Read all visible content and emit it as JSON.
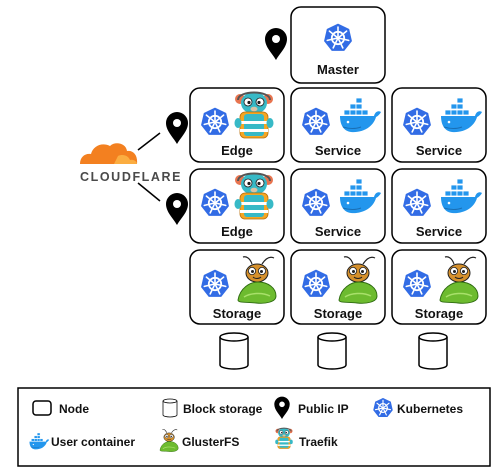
{
  "brand": {
    "name": "CLOUDFLARE",
    "accent": "#f38020",
    "text_color": "#4a4a4a"
  },
  "colors": {
    "kubernetes": "#326ce5",
    "docker": "#2396ed",
    "gluster_green": "#6dbb2f",
    "traefik_orange": "#f5a623",
    "traefik_teal": "#37b9c6"
  },
  "master": {
    "label": "Master",
    "icon": "kubernetes-icon"
  },
  "rows": [
    {
      "cells": [
        {
          "label": "Edge",
          "icons": [
            "kubernetes-icon",
            "traefik-icon"
          ]
        },
        {
          "label": "Service",
          "icons": [
            "kubernetes-icon",
            "docker-icon"
          ]
        },
        {
          "label": "Service",
          "icons": [
            "kubernetes-icon",
            "docker-icon"
          ]
        }
      ]
    },
    {
      "cells": [
        {
          "label": "Edge",
          "icons": [
            "kubernetes-icon",
            "traefik-icon"
          ]
        },
        {
          "label": "Service",
          "icons": [
            "kubernetes-icon",
            "docker-icon"
          ]
        },
        {
          "label": "Service",
          "icons": [
            "kubernetes-icon",
            "docker-icon"
          ]
        }
      ]
    },
    {
      "cells": [
        {
          "label": "Storage",
          "icons": [
            "kubernetes-icon",
            "glusterfs-icon"
          ]
        },
        {
          "label": "Storage",
          "icons": [
            "kubernetes-icon",
            "glusterfs-icon"
          ]
        },
        {
          "label": "Storage",
          "icons": [
            "kubernetes-icon",
            "glusterfs-icon"
          ]
        }
      ]
    }
  ],
  "legend": {
    "node": "Node",
    "block_storage": "Block storage",
    "public_ip": "Public IP",
    "kubernetes": "Kubernetes",
    "user_container": "User container",
    "glusterfs": "GlusterFS",
    "traefik": "Traefik"
  }
}
